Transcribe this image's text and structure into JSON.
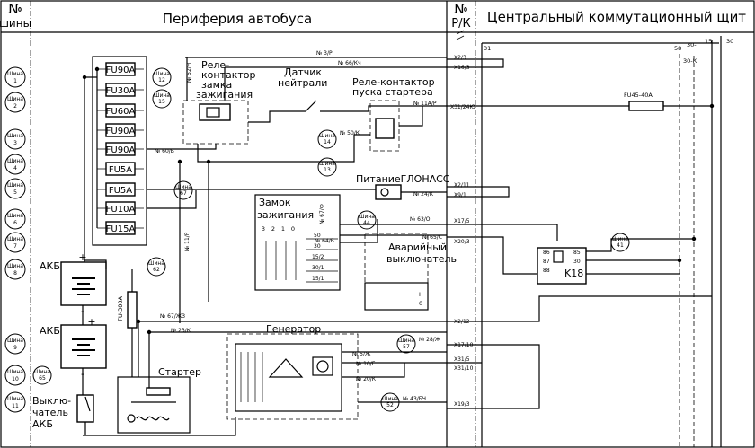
{
  "header": {
    "bus_no_top": "№",
    "bus_no_bottom": "шины",
    "periphery_title": "Периферия автобуса",
    "rk_top": "№",
    "rk_bottom": "Р/К",
    "central_title": "Центральный коммутационный щит"
  },
  "left_buses": [
    {
      "word": "Шина",
      "num": "1"
    },
    {
      "word": "Шина",
      "num": "2"
    },
    {
      "word": "Шина",
      "num": "3"
    },
    {
      "word": "Шина",
      "num": "4"
    },
    {
      "word": "Шина",
      "num": "5"
    },
    {
      "word": "Шина",
      "num": "6"
    },
    {
      "word": "Шина",
      "num": "7"
    },
    {
      "word": "Шина",
      "num": "8"
    },
    {
      "word": "Шина",
      "num": "9"
    },
    {
      "word": "Шина",
      "num": "10"
    },
    {
      "word": "Шина",
      "num": "11"
    }
  ],
  "inner_buses": [
    {
      "word": "Шина",
      "num": "12"
    },
    {
      "word": "Шина",
      "num": "15"
    },
    {
      "word": "Шина",
      "num": "14"
    },
    {
      "word": "Шина",
      "num": "13"
    },
    {
      "word": "Шина",
      "num": "67"
    },
    {
      "word": "Шина",
      "num": "62"
    },
    {
      "word": "Шина",
      "num": "44"
    },
    {
      "word": "Шина",
      "num": "41"
    },
    {
      "word": "Шина",
      "num": "57"
    },
    {
      "word": "Шина",
      "num": "52"
    },
    {
      "word": "Шина",
      "num": "65"
    }
  ],
  "fuses": [
    "FU90A",
    "FU30A",
    "FU60A",
    "FU90A",
    "FU90A",
    "FU5A",
    "FU5A",
    "FU10A",
    "FU15A"
  ],
  "components": {
    "relay_lock_1": "Реле-",
    "relay_lock_2": "контактор",
    "relay_lock_3": "замка",
    "relay_lock_4": "зажигания",
    "neutral_1": "Датчик",
    "neutral_2": "нейтрали",
    "starter_relay_1": "Реле-контактор",
    "starter_relay_2": "пуска стартера",
    "glonass": "ПитаниеГЛОНАСС",
    "ignition_1": "Замок",
    "ignition_2": "зажигания",
    "emergency_1": "Аварийный",
    "emergency_2": "выключатель",
    "akb_top": "АКБ",
    "akb_bottom": "АКБ",
    "generator": "Генератор",
    "starter": "Стартер",
    "battery_switch_1": "Выклю-",
    "battery_switch_2": "чатель",
    "battery_switch_3": "АКБ",
    "fu300": "FU-300A",
    "fu45": "FU45-40A",
    "k18": "K18",
    "plus": "+",
    "minus": "-"
  },
  "ignition_positions": [
    "3",
    "2",
    "1",
    "0"
  ],
  "ignition_terminals": [
    "50",
    "30",
    "15/2",
    "30/1",
    "15/1"
  ],
  "relay_k18_pins": [
    "86",
    "85",
    "87",
    "30",
    "88"
  ],
  "switch_digits": [
    "I",
    "0"
  ],
  "wire_labels": {
    "w3r": "№ 3/Р",
    "w66": "№ 66/Кч",
    "w52": "№ 52/Н",
    "w11a": "№ 11А/Р",
    "w50": "№ 50/К",
    "w60": "№ 60/Б",
    "w24": "№ 24/К",
    "w63": "№ 63/О",
    "w67f": "№ 67/Ф",
    "w64": "№ 64/Б",
    "w65": "№ 65/С",
    "w11r": "№ 11/Р",
    "w67zh": "№ 67/Ж3",
    "w23": "№ 23/К",
    "w28": "№ 28/Ж",
    "w5": "№ 5/Ж",
    "w10": "№ 10/Г",
    "w20": "№ 20/К",
    "w43": "№ 43/БЧ"
  },
  "connectors": {
    "x2_3": "X2/3",
    "x16_3": "X16/3",
    "x31_24": "X31/24Ю",
    "x2_11": "X2/11",
    "x9_1": "X9/1",
    "x17_5": "X17/5",
    "x20_3": "X20/3",
    "x2_12": "X2/12",
    "x17_10": "X17/10",
    "x31_5": "X31/5",
    "x31_10": "X31/10",
    "x19_3": "X19/3"
  },
  "central_columns": {
    "c31": "31",
    "c58": "58",
    "c30g": "30-Г",
    "c15": "15",
    "c30": "30",
    "c30k": "30-К"
  }
}
